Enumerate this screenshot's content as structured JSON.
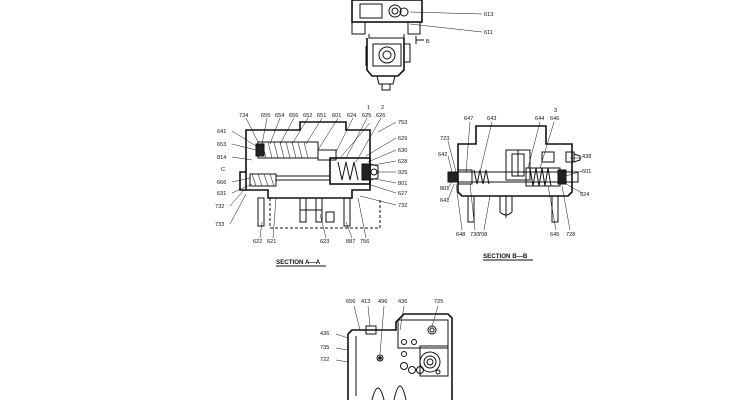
{
  "top_view": {
    "labels": [
      {
        "id": "613",
        "text": "613"
      },
      {
        "id": "611",
        "text": "611"
      },
      {
        "id": "B",
        "text": "B"
      }
    ]
  },
  "section_a": {
    "title": "SECTION A—A",
    "labels": [
      {
        "text": "734"
      },
      {
        "text": "655"
      },
      {
        "text": "654"
      },
      {
        "text": "656"
      },
      {
        "text": "652"
      },
      {
        "text": "651"
      },
      {
        "text": "601"
      },
      {
        "text": "624"
      },
      {
        "text": "1"
      },
      {
        "text": "625"
      },
      {
        "text": "2"
      },
      {
        "text": "626"
      },
      {
        "text": "753"
      },
      {
        "text": "641"
      },
      {
        "text": "653"
      },
      {
        "text": "814"
      },
      {
        "text": "C"
      },
      {
        "text": "666"
      },
      {
        "text": "631"
      },
      {
        "text": "732"
      },
      {
        "text": "733"
      },
      {
        "text": "622"
      },
      {
        "text": "621"
      },
      {
        "text": "623"
      },
      {
        "text": "887"
      },
      {
        "text": "756"
      },
      {
        "text": "629"
      },
      {
        "text": "630"
      },
      {
        "text": "628"
      },
      {
        "text": "925"
      },
      {
        "text": "801"
      },
      {
        "text": "627"
      },
      {
        "text": "732"
      }
    ]
  },
  "section_b": {
    "title": "SECTION B—B",
    "labels": [
      {
        "text": "723"
      },
      {
        "text": "647"
      },
      {
        "text": "643"
      },
      {
        "text": "3"
      },
      {
        "text": "644"
      },
      {
        "text": "646"
      },
      {
        "text": "642"
      },
      {
        "text": "438"
      },
      {
        "text": "801"
      },
      {
        "text": "601"
      },
      {
        "text": "641"
      },
      {
        "text": "924"
      },
      {
        "text": "648"
      },
      {
        "text": "730"
      },
      {
        "text": "708"
      },
      {
        "text": "645"
      },
      {
        "text": "728"
      }
    ]
  },
  "bottom_view": {
    "labels": [
      {
        "text": "656"
      },
      {
        "text": "413"
      },
      {
        "text": "496"
      },
      {
        "text": "436"
      },
      {
        "text": "725"
      },
      {
        "text": "436"
      },
      {
        "text": "735"
      },
      {
        "text": "722"
      }
    ]
  }
}
